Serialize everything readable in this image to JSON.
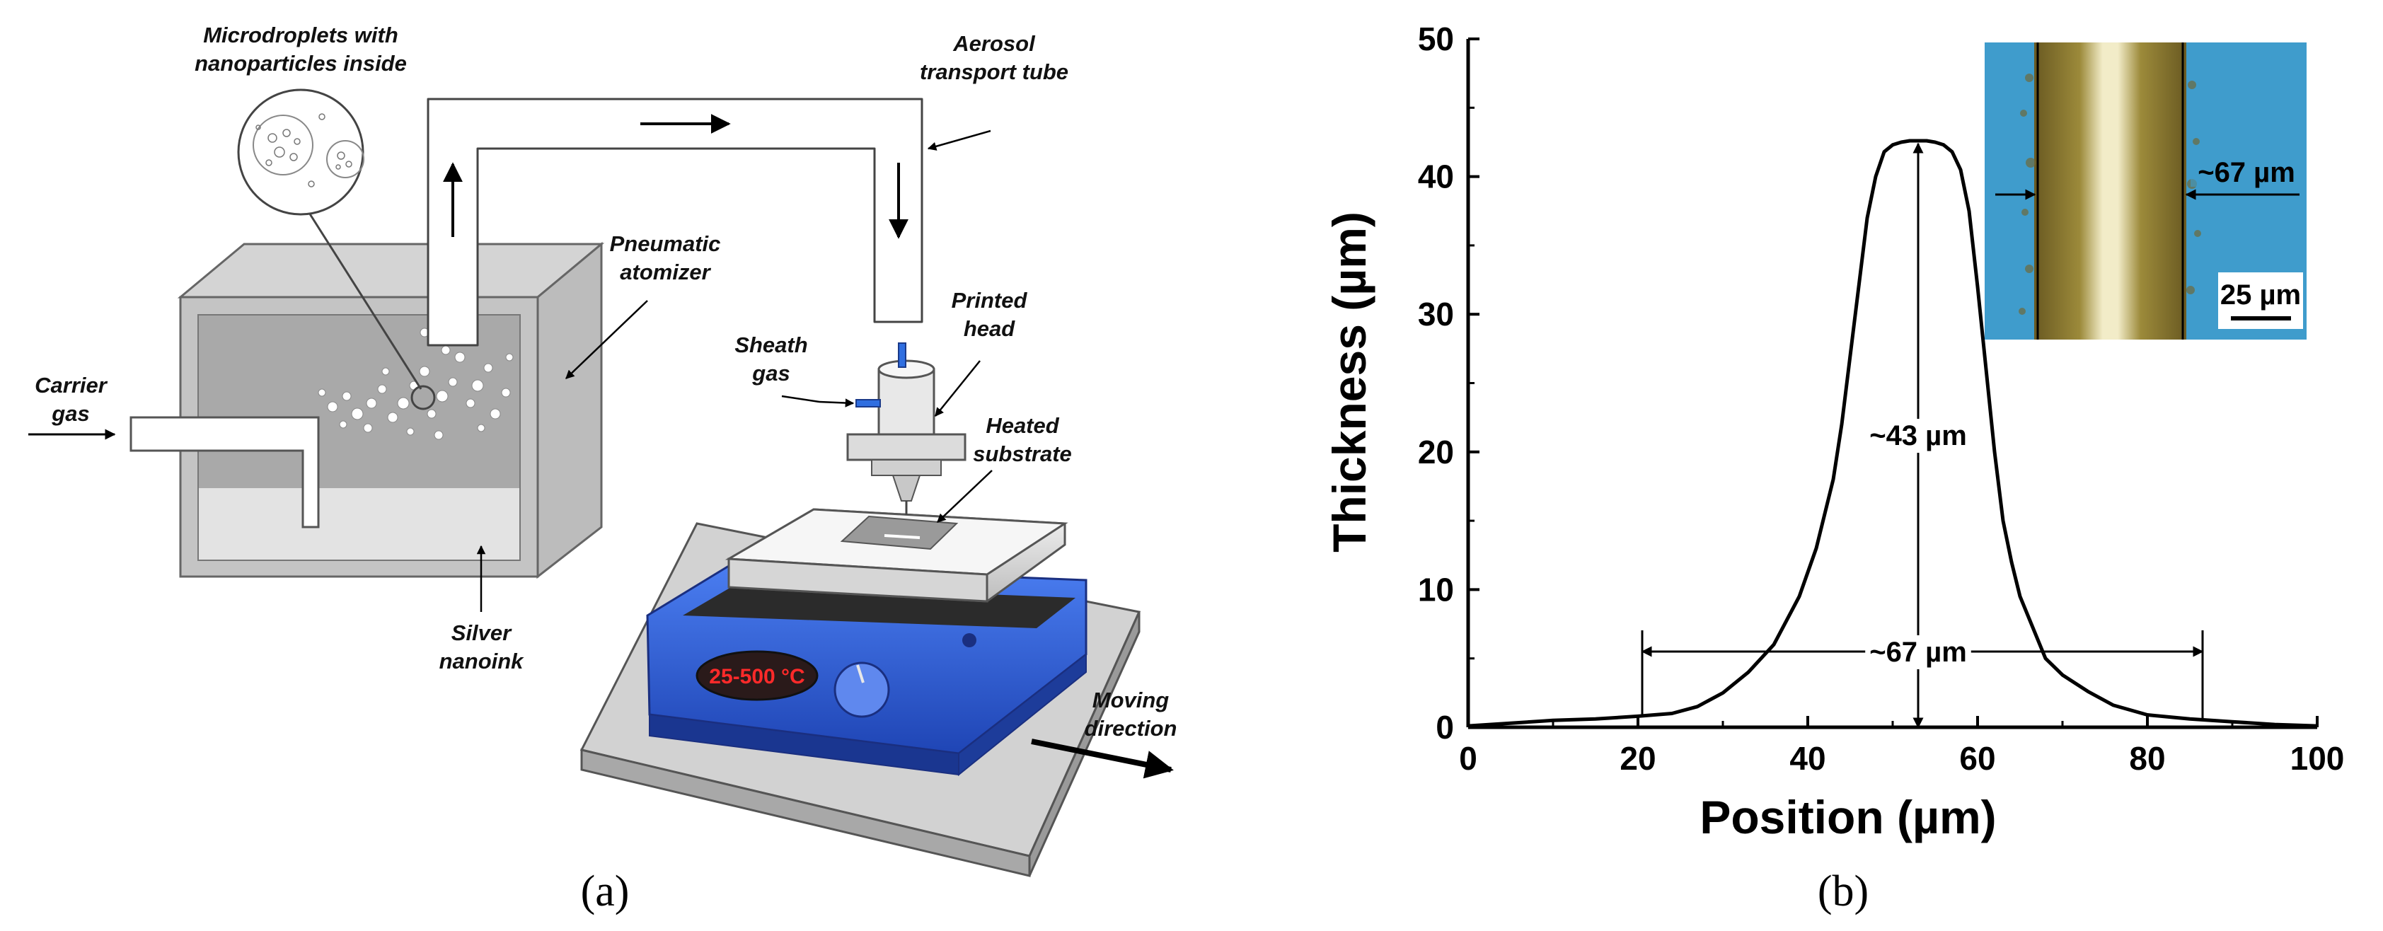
{
  "panel_a": {
    "labels": {
      "microdroplets_1": "Microdroplets with",
      "microdroplets_2": "nanoparticles inside",
      "aerosol_1": "Aerosol",
      "aerosol_2": "transport tube",
      "pneumatic_1": "Pneumatic",
      "pneumatic_2": "atomizer",
      "carrier_1": "Carrier",
      "carrier_2": "gas",
      "sheath_1": "Sheath",
      "sheath_2": "gas",
      "printed_1": "Printed",
      "printed_2": "head",
      "heated_1": "Heated",
      "heated_2": "substrate",
      "silver_1": "Silver",
      "silver_2": "nanoink",
      "moving_1": "Moving",
      "moving_2": "direction",
      "temperature_display": "25-500 °C"
    },
    "caption": "(a)",
    "colors": {
      "hotplate_blue": "#2f5fd8",
      "display_red": "#ff2a2a"
    }
  },
  "panel_b": {
    "caption": "(b)",
    "annotations": {
      "height": "~43 µm",
      "width": "~67 µm",
      "inset_width": "~67 µm",
      "inset_scale": "25 µm"
    }
  },
  "chart_data": {
    "type": "line",
    "title": "",
    "xlabel": "Position (µm)",
    "ylabel": "Thickness (µm)",
    "xlim": [
      0,
      100
    ],
    "ylim": [
      0,
      50
    ],
    "x_ticks": [
      0,
      20,
      40,
      60,
      80,
      100
    ],
    "y_ticks": [
      0,
      10,
      20,
      30,
      40,
      50
    ],
    "grid": false,
    "series": [
      {
        "x": [
          0,
          5,
          10,
          15,
          20,
          24,
          27,
          30,
          33,
          36,
          39,
          41,
          43,
          44,
          45,
          46,
          47,
          48,
          49,
          50,
          51,
          52,
          53,
          54,
          55,
          56,
          57,
          58,
          59,
          60,
          61,
          62,
          63,
          64,
          65,
          66,
          68,
          70,
          73,
          76,
          80,
          85,
          90,
          95,
          100
        ],
        "y": [
          0.1,
          0.3,
          0.5,
          0.6,
          0.8,
          1.0,
          1.5,
          2.5,
          4.0,
          6.0,
          9.5,
          13.0,
          18.0,
          22.0,
          27.0,
          32.0,
          37.0,
          40.0,
          41.8,
          42.3,
          42.5,
          42.6,
          42.6,
          42.6,
          42.5,
          42.3,
          41.8,
          40.5,
          37.5,
          32.0,
          26.0,
          20.0,
          15.0,
          12.0,
          9.5,
          8.0,
          5.0,
          3.8,
          2.6,
          1.6,
          0.9,
          0.6,
          0.4,
          0.2,
          0.1
        ]
      }
    ]
  }
}
